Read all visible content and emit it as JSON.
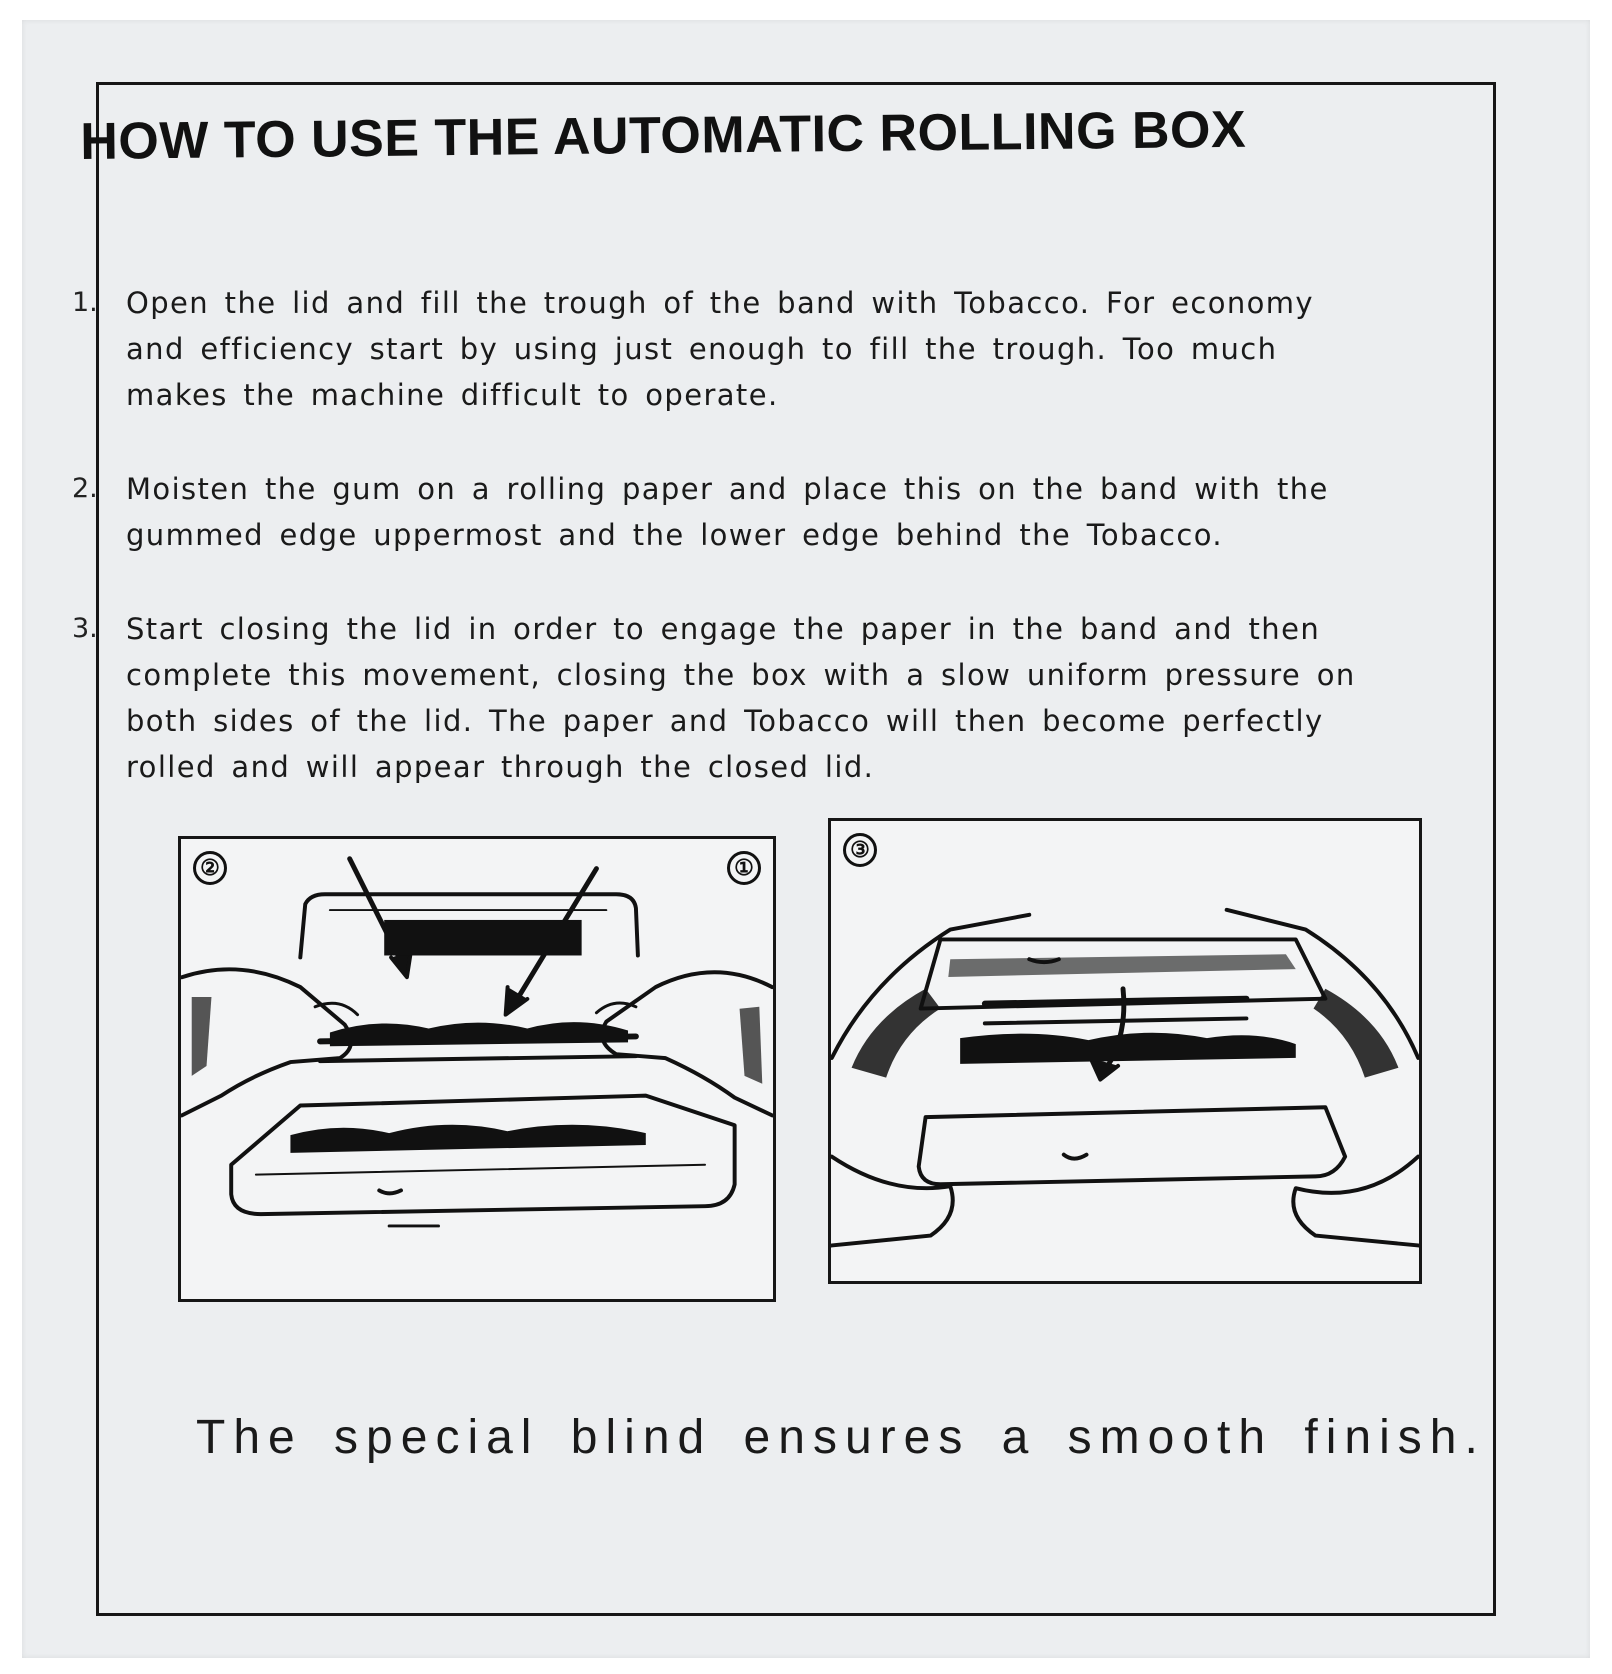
{
  "title": "HOW TO USE THE AUTOMATIC ROLLING BOX",
  "steps": [
    {
      "number": "1.",
      "text": "Open the lid and fill the trough of the band with Tobacco. For economy and efficiency start by using just enough to fill the trough. Too much makes the machine difficult to operate."
    },
    {
      "number": "2.",
      "text": "Moisten the gum on a rolling paper and place this on the band with the gummed edge uppermost and the lower edge behind the Tobacco."
    },
    {
      "number": "3.",
      "text": "Start closing the lid in order to engage the paper in the band and then complete this movement, closing the box with a slow uniform pressure on both sides of the lid. The paper and Tobacco will then become perfectly rolled and will appear through the closed lid."
    }
  ],
  "illustrations": {
    "left": {
      "badges": [
        "②",
        "①"
      ]
    },
    "right": {
      "badges": [
        "③"
      ]
    }
  },
  "footer": "The special blind ensures a smooth finish.",
  "colors": {
    "ink": "#161616",
    "paper": "#eceef0"
  }
}
